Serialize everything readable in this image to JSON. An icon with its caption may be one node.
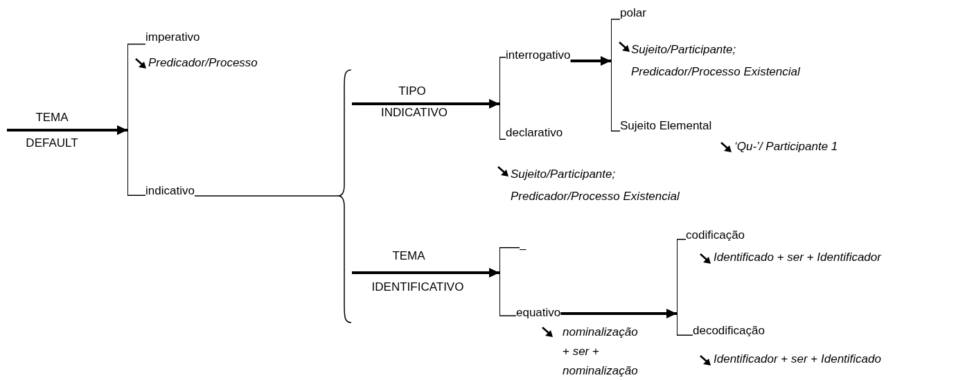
{
  "diagram": {
    "nodes": [
      {
        "text": [],
        "shape": "bar"
      },
      {
        "text": [
          "imperativo"
        ],
        "beside": [
          "Predicador/Processo"
        ]
      },
      {
        "text": [
          "indicativo"
        ]
      },
      {
        "text": [],
        "shape": "brace"
      },
      {
        "text": [],
        "shape": "bar"
      },
      {
        "text": [
          "interrogativo"
        ]
      },
      {
        "text": [
          "declarativo"
        ],
        "beside": [
          "Sujeito/Participante; Predicador/Processo Existencial"
        ]
      },
      {
        "text": [],
        "shape": "bar"
      },
      {
        "text": [
          "–"
        ]
      },
      {
        "text": [
          "equativo"
        ],
        "beside": [
          "*nominalização* + *ser* + *nominalização*"
        ]
      },
      {
        "text": [],
        "shape": "bar"
      },
      {
        "text": [
          "polar"
        ],
        "beside": [
          "Sujeito/Participante; Predicador/Processo Existencial"
        ]
      },
      {
        "text": [
          "Sujeito Elemental"
        ],
        "beside": [
          "‘Qu-’/ Participante 1"
        ]
      },
      {
        "text": [],
        "shape": "bar"
      },
      {
        "text": [
          "codificação"
        ],
        "beside": [
          "*Identificado* + *ser* + *Identificador*"
        ]
      },
      {
        "text": [
          "decodificação"
        ],
        "beside": [
          "*Identificador* + *ser* + *Identificado*"
        ]
      }
    ],
    "edges": [
      {
        "from": null,
        "to": 0,
        "arrow": "to",
        "style": "thick"
      },
      {
        "from": 0,
        "to": 1,
        "arrow": "none"
      },
      {
        "from": 0,
        "to": 2,
        "arrow": "none"
      },
      {
        "from": 2,
        "to": 3,
        "arrow": "none"
      },
      {
        "from": 3,
        "to": 4,
        "arrow": "to",
        "style": "thick"
      },
      {
        "from": 4,
        "to": 5,
        "arrow": "none"
      },
      {
        "from": 4,
        "to": 6,
        "arrow": "none"
      },
      {
        "from": 3,
        "to": 7,
        "arrow": "to",
        "style": "thick"
      },
      {
        "from": 7,
        "to": 8,
        "arrow": "none"
      },
      {
        "from": 7,
        "to": 9,
        "arrow": "none"
      },
      {
        "from": 5,
        "to": 10,
        "arrow": "to",
        "style": "thick"
      },
      {
        "from": 10,
        "to": 11,
        "arrow": "none"
      },
      {
        "from": 10,
        "to": 12,
        "arrow": "none"
      },
      {
        "from": 9,
        "to": 13,
        "arrow": "to",
        "style": "thick"
      },
      {
        "from": 13,
        "to": 14,
        "arrow": "none"
      },
      {
        "from": 13,
        "to": 15,
        "arrow": "none"
      }
    ],
    "labels": [
      "TEMA",
      "DEFAULT",
      "TIPO",
      "INDICATIVO",
      "TEMA",
      "IDENTIFICATIVO"
    ]
  }
}
